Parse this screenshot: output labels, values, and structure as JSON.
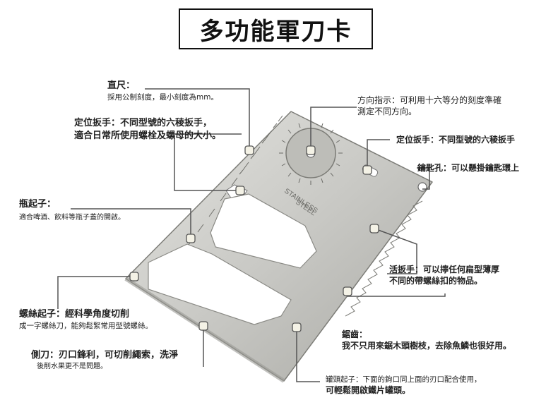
{
  "title": "多功能軍刀卡",
  "labels": {
    "ruler": {
      "heading": "直尺：",
      "desc": "採用公制刻度，最小刻度為mm。"
    },
    "hex_wrench_left": {
      "line1": "定位扳手：不同型號的六稜扳手，",
      "line2": "適合日常所使用螺栓及螺母的大小。"
    },
    "direction": {
      "line1": "方向指示：可利用十六等分的刻度準確",
      "line2": "測定不同方向。"
    },
    "hex_wrench_right": {
      "text": "定位扳手：不同型號的六稜扳手"
    },
    "key_hole": {
      "text": "鑰匙孔：可以懸掛鑰匙環上"
    },
    "bottle_opener": {
      "heading": "瓶起子：",
      "desc": "適合啤酒、飲料等瓶子蓋的開啟。"
    },
    "adjustable_wrench": {
      "line1": "活扳手：可以擰任何扁型薄厚",
      "line2": "不同的帶螺絲扣的物品。"
    },
    "screwdriver": {
      "line1": "螺絲起子：經科學角度切削",
      "line2": "成一字螺絲刀，能夠鬆緊常用型號螺絲。"
    },
    "saw": {
      "heading": "鋸齒：",
      "desc": "我不只用來鋸木頭樹枝，去除魚鱗也很好用。"
    },
    "side_blade": {
      "line1": "側刀：刃口鋒利，可切削繩索，洗淨",
      "line2": "後削水果更不是問題。"
    },
    "can_opener": {
      "line1": "罐頭起子：下面的鉤口同上面的刃口配合使用，",
      "line2": "可輕鬆開啟鐵片罐頭。"
    }
  },
  "card_engraving": {
    "line1": "STAINLESS",
    "line2": "STEEL"
  },
  "colors": {
    "steel_light": "#d9d9d6",
    "steel_mid": "#b8b8b4",
    "steel_dark": "#8c8c88",
    "leader_line": "#555555",
    "marker_fill": "#f4f2e6"
  }
}
